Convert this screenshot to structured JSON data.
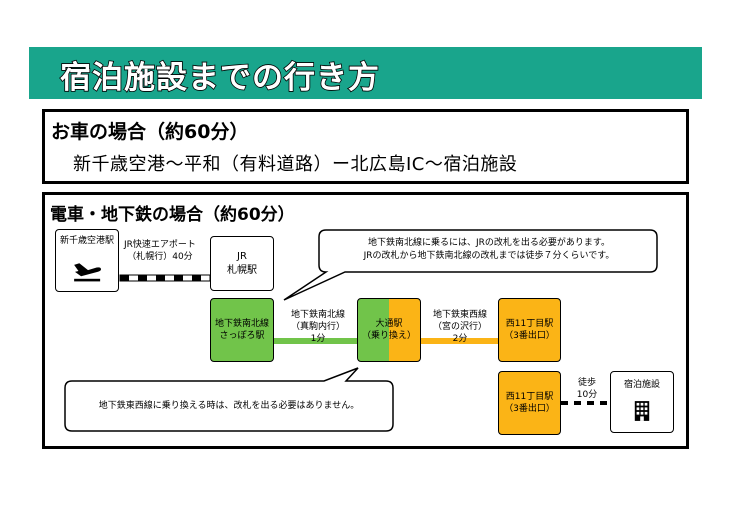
{
  "header": {
    "title": "宿泊施設までの行き方"
  },
  "car": {
    "title": "お車の場合（約60分）",
    "route": "新千歳空港～平和（有料道路）ー北広島IC～宿泊施設"
  },
  "train": {
    "title": "電車・地下鉄の場合（約60分）",
    "airport": "新千歳空港駅",
    "jr_line": "JR快速エアポート",
    "jr_line_sub": "（札幌行）40分",
    "jr_station_line1": "JR",
    "jr_station_line2": "札幌駅",
    "sapporo_line1": "地下鉄南北線",
    "sapporo_line2": "さっぽろ駅",
    "namboku_line": "地下鉄南北線",
    "namboku_dir": "（真駒内行）",
    "namboku_time": "1分",
    "odori_line1": "大通駅",
    "odori_line2": "（乗り換え）",
    "tozai_line": "地下鉄東西線",
    "tozai_dir": "（宮の沢行）",
    "tozai_time": "2分",
    "nishi11_a_line1": "西11丁目駅",
    "nishi11_a_line2": "（3番出口）",
    "nishi11_b_line1": "西11丁目駅",
    "nishi11_b_line2": "（3番出口）",
    "walk_line1": "徒歩",
    "walk_line2": "10分",
    "hotel": "宿泊施設",
    "note_top_line1": "地下鉄南北線に乗るには、JRの改札を出る必要があります。",
    "note_top_line2": "JRの改札から地下鉄南北線の改札までは徒歩７分くらいです。",
    "note_bottom": "地下鉄東西線に乗り換える時は、改札を出る必要はありません。"
  },
  "colors": {
    "banner": "#19a58c",
    "namboku": "#71c44a",
    "tozai": "#fbb416"
  },
  "icons": [
    "airplane-icon",
    "building-icon"
  ]
}
